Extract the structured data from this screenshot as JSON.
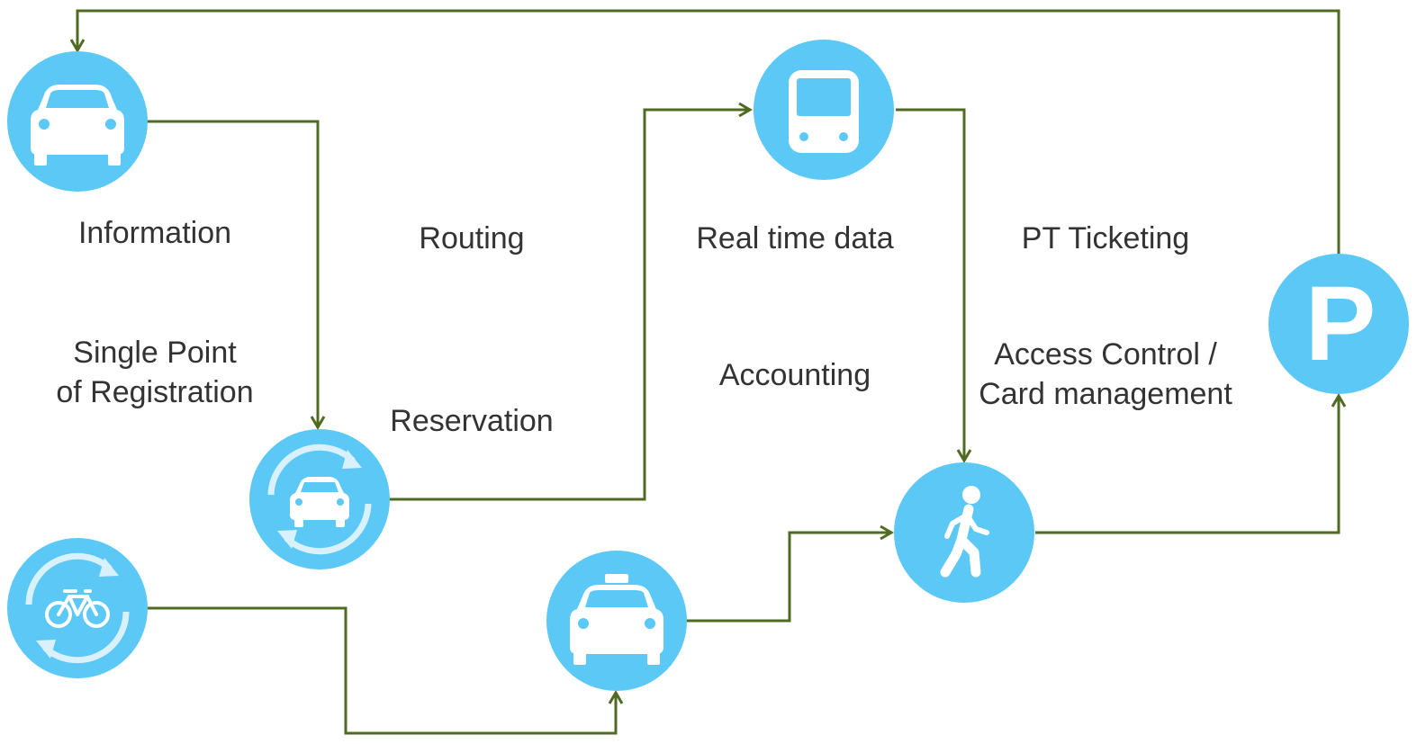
{
  "colors": {
    "connector": "#4f6b22",
    "node_fill": "#5bc8f5",
    "icon_fill": "#ffffff",
    "text": "#333333"
  },
  "nodes": [
    {
      "id": "car",
      "icon": "car-icon"
    },
    {
      "id": "car-sharing",
      "icon": "car-sharing-icon"
    },
    {
      "id": "bike-sharing",
      "icon": "bike-sharing-icon"
    },
    {
      "id": "bus",
      "icon": "bus-icon"
    },
    {
      "id": "taxi",
      "icon": "taxi-icon"
    },
    {
      "id": "walking",
      "icon": "pedestrian-icon"
    },
    {
      "id": "parking",
      "icon": "parking-icon",
      "glyph": "P"
    }
  ],
  "labels": {
    "information": "Information",
    "routing": "Routing",
    "real_time_data": "Real time data",
    "pt_ticketing": "PT Ticketing",
    "single_point_line1": "Single Point",
    "single_point_line2": "of Registration",
    "reservation": "Reservation",
    "accounting": "Accounting",
    "access_control_line1": "Access Control /",
    "access_control_line2": "Card management"
  }
}
